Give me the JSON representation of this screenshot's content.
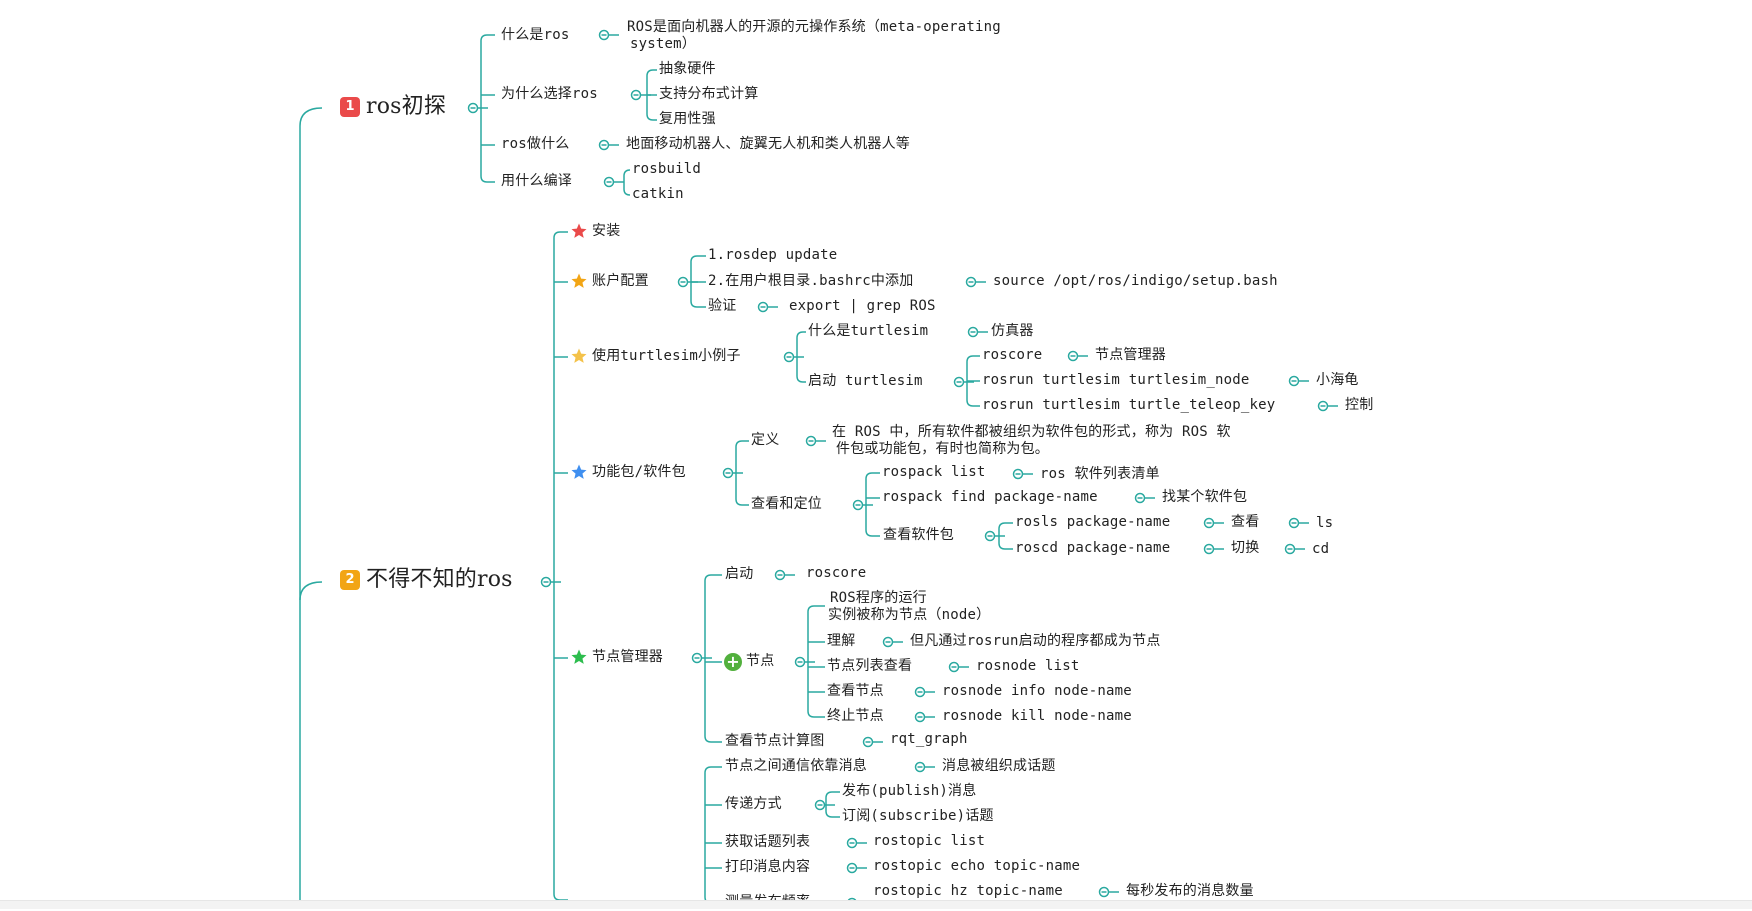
{
  "colors": {
    "line": "#2aa9a0",
    "badge1": "#ea4a4a",
    "badge2": "#f2a515",
    "star_red": "#ea4a4a",
    "star_orange": "#f2a515",
    "star_yellow": "#f4c24a",
    "star_blue": "#3f8ff0",
    "star_green": "#2dbd4e",
    "plus_green": "#52b03d"
  },
  "branches": {
    "b1": {
      "badge": "1",
      "title": "ros初探",
      "what_is": {
        "label": "什么是ros",
        "answer_l1": "ROS是面向机器人的开源的元操作系统（meta-operating",
        "answer_l2": "system）"
      },
      "why": {
        "label": "为什么选择ros",
        "items": [
          "抽象硬件",
          "支持分布式计算",
          "复用性强"
        ]
      },
      "does": {
        "label": "ros做什么",
        "answer": "地面移动机器人、旋翼无人机和类人机器人等"
      },
      "build": {
        "label": "用什么编译",
        "items": [
          "rosbuild",
          "catkin"
        ]
      }
    },
    "b2": {
      "badge": "2",
      "title": "不得不知的ros",
      "install": {
        "label": "安装"
      },
      "account": {
        "label": "账户配置",
        "step1": "1.rosdep update",
        "step2": "2.在用户根目录.bashrc中添加",
        "step2_value": "source /opt/ros/indigo/setup.bash",
        "verify": "验证",
        "verify_value": "export | grep ROS"
      },
      "turtlesim": {
        "label": "使用turtlesim小例子",
        "what": "什么是turtlesim",
        "what_value": "仿真器",
        "start": "启动 turtlesim",
        "cmds": [
          {
            "cmd": "roscore",
            "desc": "节点管理器"
          },
          {
            "cmd": "rosrun turtlesim turtlesim_node",
            "desc": "小海龟"
          },
          {
            "cmd": "rosrun turtlesim turtle_teleop_key",
            "desc": "控制"
          }
        ]
      },
      "package": {
        "label": "功能包/软件包",
        "define": "定义",
        "define_l1": "在 ROS 中，所有软件都被组织为软件包的形式，称为 ROS 软",
        "define_l2": "件包或功能包，有时也简称为包。",
        "locate": "查看和定位",
        "list_cmd": "rospack list",
        "list_desc": "ros 软件列表清单",
        "find_cmd": "rospack find package-name",
        "find_desc": "找某个软件包",
        "view": "查看软件包",
        "view_items": [
          {
            "cmd": "rosls package-name",
            "desc": "查看",
            "alias": "ls"
          },
          {
            "cmd": "roscd package-name",
            "desc": "切换",
            "alias": "cd"
          }
        ]
      },
      "nodes": {
        "label": "节点管理器",
        "start": "启动",
        "start_value": "roscore",
        "node": "节点",
        "node_def_l1": "ROS程序的运行",
        "node_def_l2": "实例被称为节点（node）",
        "understand": "理解",
        "understand_value": "但凡通过rosrun启动的程序都成为节点",
        "listview": "节点列表查看",
        "listview_value": "rosnode list",
        "inspect": "查看节点",
        "inspect_value": "rosnode info node-name",
        "kill": "终止节点",
        "kill_value": "rosnode kill node-name",
        "graph": "查看节点计算图",
        "graph_value": "rqt_graph"
      },
      "topics": {
        "comm": "节点之间通信依靠消息",
        "comm_value": "消息被组织成话题",
        "transfer": "传递方式",
        "publish": "发布(publish)消息",
        "subscribe": "订阅(subscribe)话题",
        "get_list": "获取话题列表",
        "get_list_value": "rostopic list",
        "echo": "打印消息内容",
        "echo_value": "rostopic echo topic-name",
        "hz": "测量发布频率",
        "hz_value": "rostopic hz topic-name",
        "hz_desc": "每秒发布的消息数量"
      }
    }
  }
}
